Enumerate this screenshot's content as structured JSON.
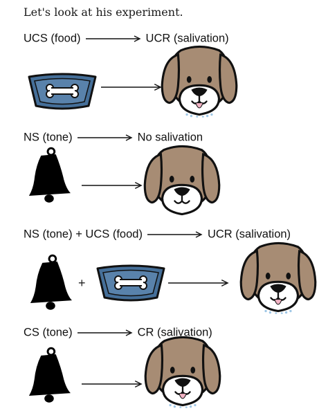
{
  "intro": "Let's look at his experiment.",
  "rows": [
    {
      "left": "UCS (food)",
      "right": "UCR (salivation)"
    },
    {
      "left": "NS (tone)",
      "right": "No salivation"
    },
    {
      "left": "NS (tone) + UCS (food)",
      "right": "UCR (salivation)"
    },
    {
      "left": "CS (tone)",
      "right": "CR (salivation)"
    }
  ],
  "icons": {
    "bowl": "dog-food-bowl-icon",
    "bell": "bell-icon",
    "dog": "dog-face-icon"
  },
  "colors": {
    "bowl": "#456f99",
    "dog_fur": "#a78c74",
    "dog_muzzle": "#ffffff",
    "bell": "#000000",
    "drool": "#9fc7e6",
    "tongue": "#f2b3c4"
  }
}
